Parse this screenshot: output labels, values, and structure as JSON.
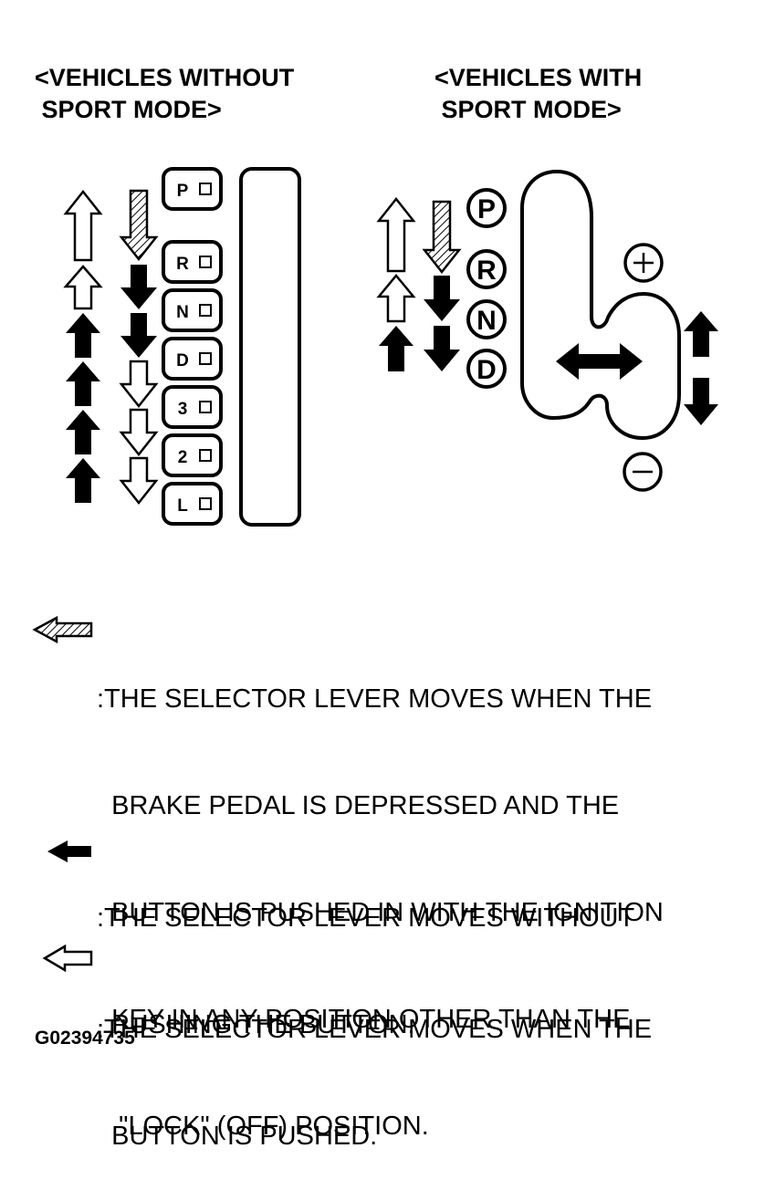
{
  "headings": {
    "without_sport": [
      "<VEHICLES WITHOUT",
      " SPORT MODE>"
    ],
    "with_sport": [
      "<VEHICLES WITH",
      " SPORT MODE>"
    ]
  },
  "gates": {
    "without_sport": [
      "P",
      "R",
      "N",
      "D",
      "3",
      "2",
      "L"
    ],
    "with_sport": [
      "P",
      "R",
      "N",
      "D"
    ],
    "plus_symbol": "+",
    "minus_symbol": "−"
  },
  "legend": {
    "hatched": [
      ":THE SELECTOR LEVER MOVES WHEN THE",
      "  BRAKE PEDAL IS DEPRESSED AND THE",
      "  BUTTON IS PUSHED IN WITH THE IGNITION",
      "  KEY IN ANY POSITION OTHER THAN THE",
      "   \"LOCK\" (OFF) POSITION."
    ],
    "solid": [
      ":THE SELECTOR LEVER MOVES WITHOUT",
      "  PUSHING THE BUTTON."
    ],
    "outline": [
      ":THE SELECTOR LEVER MOVES WHEN THE",
      "  BUTTON IS PUSHED."
    ]
  },
  "figure_code": "G02394735",
  "icons": {
    "hatched": "hatched-arrow-icon",
    "solid": "solid-arrow-icon",
    "outline": "outline-arrow-icon"
  }
}
